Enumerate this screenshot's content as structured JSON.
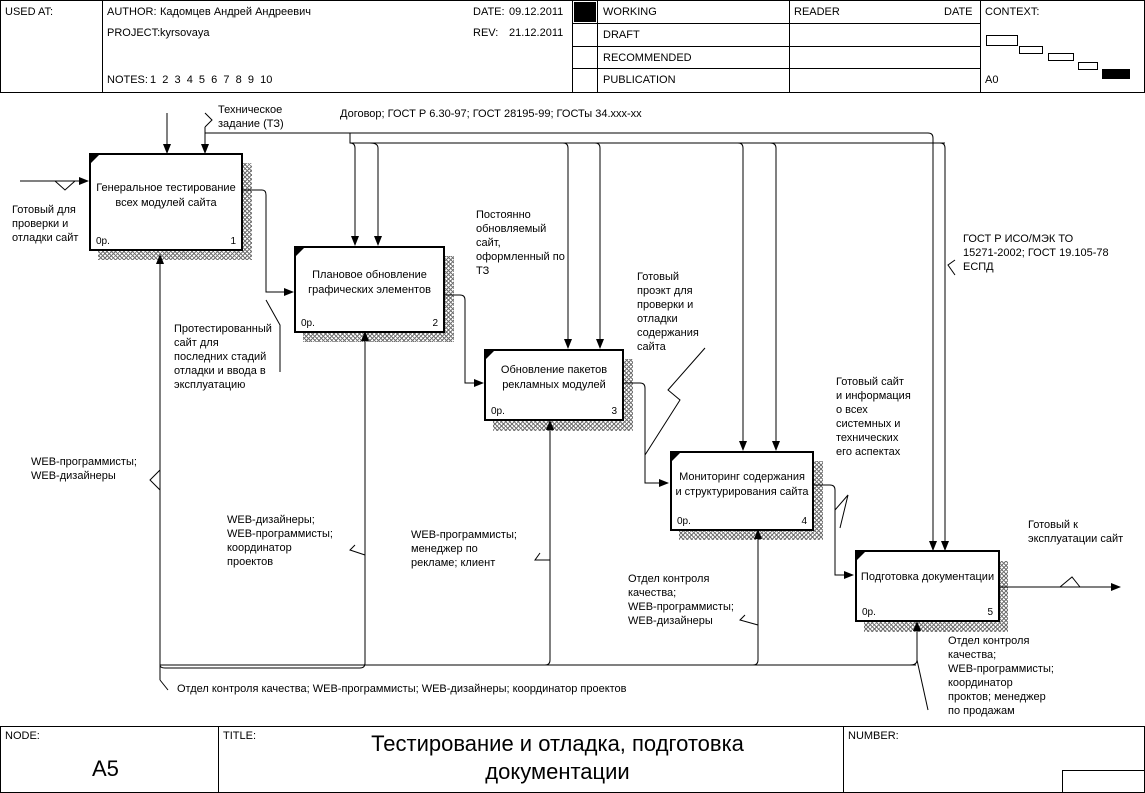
{
  "header": {
    "used_at_label": "USED AT:",
    "author_label": "AUTHOR:",
    "author": "Кадомцев Андрей Андреевич",
    "project_label": "PROJECT:",
    "project": "kyrsovaya",
    "date_label": "DATE:",
    "date": "09.12.2011",
    "rev_label": "REV:",
    "rev": "21.12.2011",
    "notes_label": "NOTES:",
    "notes": "1  2  3  4  5  6  7  8  9  10",
    "status": [
      "WORKING",
      "DRAFT",
      "RECOMMENDED",
      "PUBLICATION"
    ],
    "reader_label": "READER",
    "reader_date_label": "DATE",
    "context_label": "CONTEXT:",
    "context_node": "A0"
  },
  "boxes": [
    {
      "label": "Генеральное тестирование\nвсех модулей сайта",
      "cost": "0р.",
      "num": "1"
    },
    {
      "label": "Плановое обновление\nграфических элементов",
      "cost": "0р.",
      "num": "2"
    },
    {
      "label": "Обновление пакетов\nрекламных модулей",
      "cost": "0р.",
      "num": "3"
    },
    {
      "label": "Мониторинг содержания\nи структурирования сайта",
      "cost": "0р.",
      "num": "4"
    },
    {
      "label": "Подготовка документации",
      "cost": "0р.",
      "num": "5"
    }
  ],
  "arrows": {
    "tz": "Техническое\nзадание (ТЗ)",
    "contract": "Договор; ГОСТ Р 6.30-97; ГОСТ 28195-99; ГОСТы 34.xxx-xx",
    "ready_input": "Готовый для\nпроверки и\nотладки сайт",
    "updated_site": "Постоянно\nобновляемый\nсайт,\nоформленный по\nТЗ",
    "ready_project": "Готовый\nпроэкт для\nпроверки и\nотладки\nсодержания\nсайта",
    "gost_iso": "ГОСТ Р ИСО/МЭК ТО\n15271-2002; ГОСТ 19.105-78\nЕСПД",
    "tested_site": "Протестированный\nсайт для\nпоследних стадий\nотладки и ввода в\nэксплуатацию",
    "ready_site_info": "Готовый сайт\nи информация\nо всех\nсистемных и\nтехнических\nего аспектах",
    "ready_output": "Готовый к\nэксплуатации сайт",
    "mech_1": "WEB-программисты;\nWEB-дизайнеры",
    "mech_2": "WEB-дизайнеры;\nWEB-программисты;\nкоординатор\nпроектов",
    "mech_3": "WEB-программисты;\nменеджер по\nрекламе; клиент",
    "mech_4": "Отдел контроля\nкачества;\nWEB-программисты;\nWEB-дизайнеры",
    "mech_5": "Отдел контроля\nкачества;\nWEB-программисты;\nкоординатор\nпроктов; менеджер\nпо продажам",
    "mech_all": "Отдел контроля качества; WEB-программисты; WEB-дизайнеры; координатор проектов"
  },
  "footer": {
    "node_label": "NODE:",
    "node": "A5",
    "title_label": "TITLE:",
    "title": "Тестирование и отладка, подготовка\nдокументации",
    "number_label": "NUMBER:"
  }
}
